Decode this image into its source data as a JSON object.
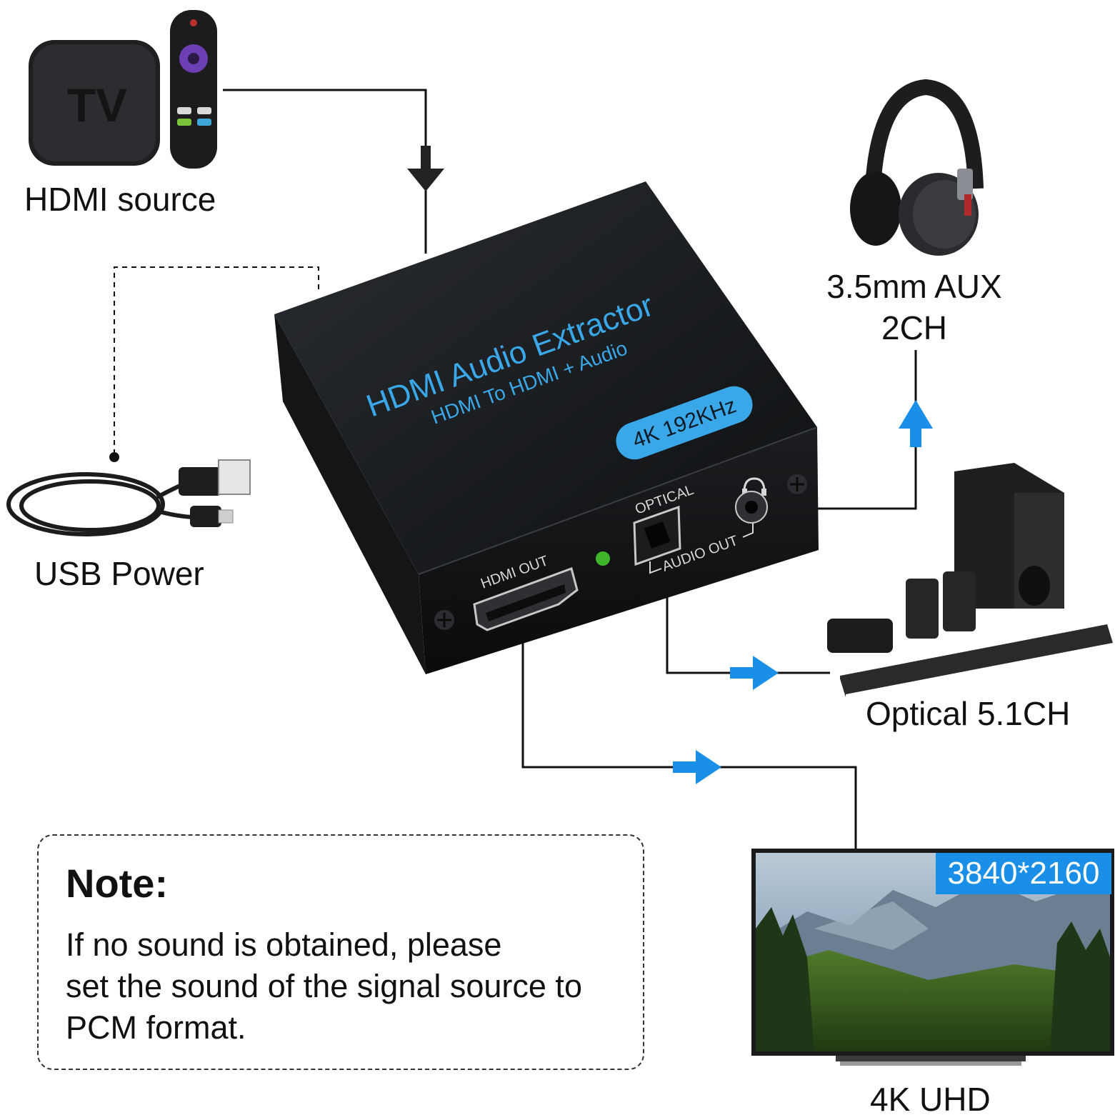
{
  "labels": {
    "hdmi_source": "HDMI source",
    "usb_power": "USB Power",
    "aux_line1": "3.5mm AUX",
    "aux_line2": "2CH",
    "optical": "Optical 5.1CH",
    "uhd": "4K UHD"
  },
  "device": {
    "title": "HDMI Audio Extractor",
    "subtitle": "HDMI To HDMI + Audio",
    "badge": "4K 192KHz",
    "port_optical": "OPTICAL",
    "port_audio_out": "AUDIO OUT",
    "port_hdmi_out": "HDMI OUT"
  },
  "tv_box": {
    "logo": "TV"
  },
  "tv": {
    "resolution": "3840*2160"
  },
  "note": {
    "title": "Note:",
    "body": "If no sound is obtained, please\nset the sound of the signal source to\nPCM format."
  },
  "colors": {
    "accent_blue": "#1a8fe8",
    "device_text": "#3aa8e8",
    "led_green": "#3fb52a"
  },
  "icons": [
    "arrow-down-icon",
    "arrow-up-icon",
    "arrow-right-icon",
    "headphone-icon"
  ]
}
